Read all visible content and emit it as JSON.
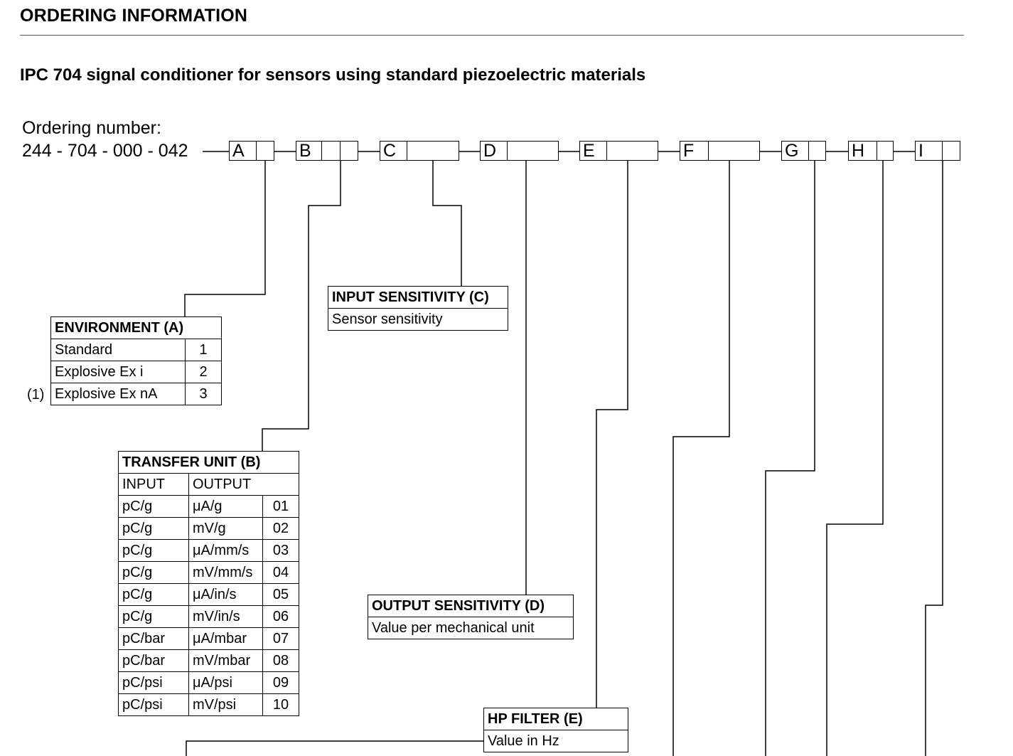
{
  "heading": "ORDERING INFORMATION",
  "subheading": "IPC 704 signal conditioner for sensors using standard piezoelectric materials",
  "ordering": {
    "label": "Ordering number:",
    "prefix": "244 - 704 - 000 - 042",
    "positions": [
      "A",
      "B",
      "C",
      "D",
      "E",
      "F",
      "G",
      "H",
      "I"
    ]
  },
  "environment": {
    "title": "ENVIRONMENT (A)",
    "note": "(1)",
    "rows": [
      {
        "label": "Standard",
        "code": "1"
      },
      {
        "label": "Explosive Ex i",
        "code": "2"
      },
      {
        "label": "Explosive Ex nA",
        "code": "3"
      }
    ]
  },
  "input_sensitivity": {
    "title": "INPUT SENSITIVITY (C)",
    "value": "Sensor sensitivity"
  },
  "transfer_unit": {
    "title": "TRANSFER UNIT (B)",
    "col_input": "INPUT",
    "col_output": "OUTPUT",
    "rows": [
      {
        "input": "pC/g",
        "output": "μA/g",
        "code": "01"
      },
      {
        "input": "pC/g",
        "output": "mV/g",
        "code": "02"
      },
      {
        "input": "pC/g",
        "output": "μA/mm/s",
        "code": "03"
      },
      {
        "input": "pC/g",
        "output": "mV/mm/s",
        "code": "04"
      },
      {
        "input": "pC/g",
        "output": "μA/in/s",
        "code": "05"
      },
      {
        "input": "pC/g",
        "output": "mV/in/s",
        "code": "06"
      },
      {
        "input": "pC/bar",
        "output": "μA/mbar",
        "code": "07"
      },
      {
        "input": "pC/bar",
        "output": "mV/mbar",
        "code": "08"
      },
      {
        "input": "pC/psi",
        "output": "μA/psi",
        "code": "09"
      },
      {
        "input": "pC/psi",
        "output": "mV/psi",
        "code": "10"
      }
    ]
  },
  "output_sensitivity": {
    "title": "OUTPUT SENSITIVITY (D)",
    "value": "Value per mechanical unit"
  },
  "hp_filter": {
    "title": "HP FILTER (E)",
    "value": "Value in Hz"
  }
}
